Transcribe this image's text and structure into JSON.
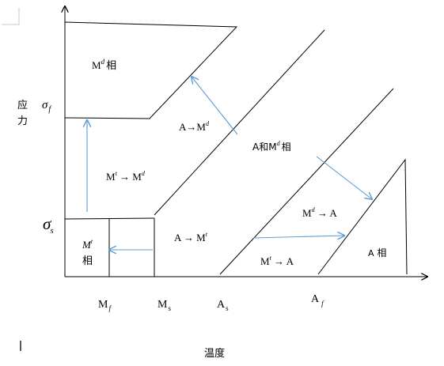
{
  "axes": {
    "y_label_line1": "应",
    "y_label_line2": "力",
    "x_label": "温度",
    "y_ticks": {
      "sigma_f": {
        "base": "σ",
        "sub": "f"
      },
      "sigma_s": {
        "base": "σ",
        "sub": "s"
      }
    },
    "x_ticks": {
      "Mf": {
        "base": "M",
        "sub": "f"
      },
      "Ms": {
        "base": "M",
        "sub": "s"
      },
      "As": {
        "base": "A",
        "sub": "s"
      },
      "Af": {
        "base": "A",
        "sub": "f"
      }
    }
  },
  "regions": {
    "md_phase": {
      "base": "M",
      "sup": "d",
      "tail": "相"
    },
    "a_to_md": {
      "head": "A→M",
      "sup": "d"
    },
    "a_and_md": {
      "head": "A和M",
      "sup": "d",
      "tail": "相"
    },
    "mt_to_md": {
      "base1": "M",
      "sup1": "t",
      "arrow": " → M",
      "sup2": "d"
    },
    "md_to_a": {
      "base": "M",
      "sup": "d",
      "tail": " → A"
    },
    "mt_phase": {
      "base": "M",
      "sup": "t",
      "line2": "相"
    },
    "a_to_mt": {
      "head": "A → M",
      "sup": "t"
    },
    "mt_to_a": {
      "base": "M",
      "sup": "t",
      "tail": " → A"
    },
    "a_phase": {
      "base": "A",
      "tail": " 相"
    }
  },
  "colors": {
    "line": "#000000",
    "arrow": "#5b9bd5"
  }
}
